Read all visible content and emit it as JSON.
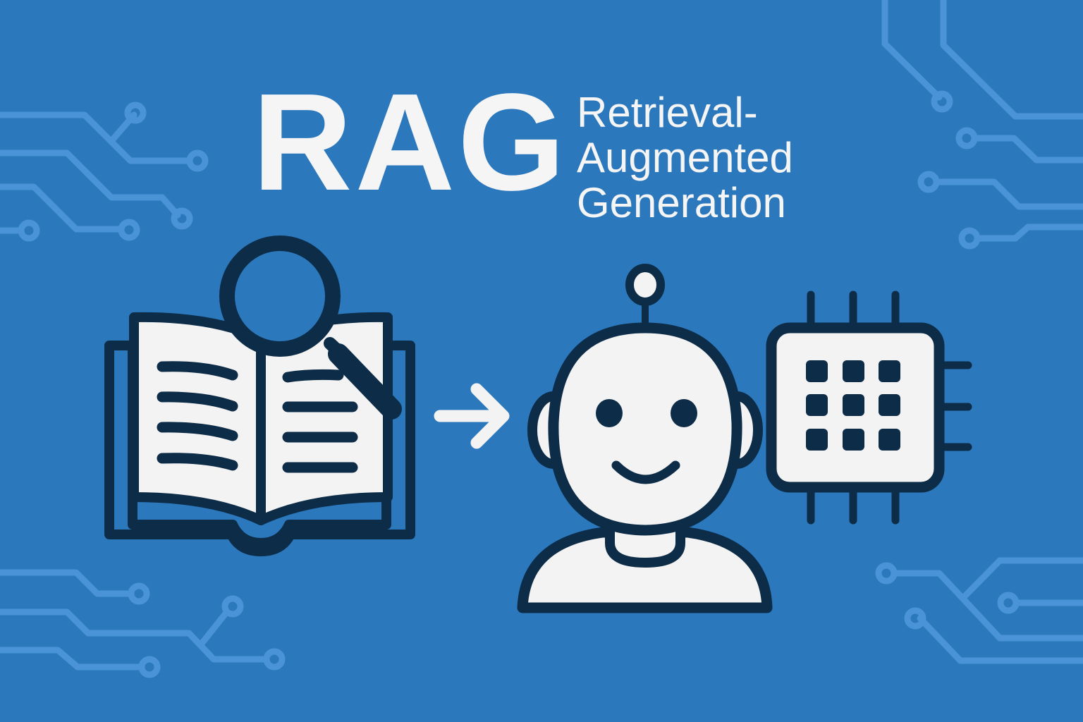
{
  "colors": {
    "background": "#2b78bd",
    "circuit": "#4a93d6",
    "outline": "#0d2c48",
    "fill": "#f3f3f3",
    "text": "#f5f5f5"
  },
  "title": {
    "acronym": "RAG",
    "subtitle_lines": [
      "Retrieval-",
      "Augmented",
      "Generation"
    ]
  },
  "illustration": {
    "left_icon": "book-with-magnifier-icon",
    "connector_icon": "arrow-right-icon",
    "center_icon": "robot-head-icon",
    "right_icon": "microchip-icon"
  }
}
